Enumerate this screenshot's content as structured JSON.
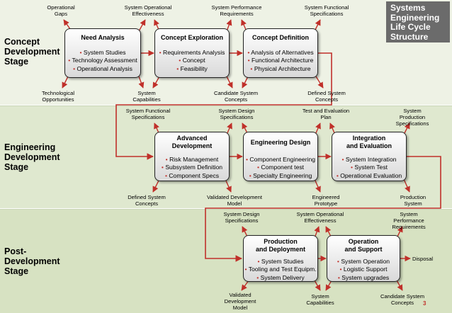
{
  "title": "Systems\nEngineering\nLife Cycle\nStructure",
  "page_number": "3",
  "stages": [
    {
      "label": "Concept\nDevelopment\nStage"
    },
    {
      "label": "Engineering\nDevelopment\nStage"
    },
    {
      "label": "Post-\nDevelopment\nStage"
    }
  ],
  "boxes": [
    {
      "title": "Need Analysis",
      "items": [
        "System Studies",
        "Technology Assessment",
        "Operational Analysis"
      ]
    },
    {
      "title": "Concept Exploration",
      "items": [
        "Requirements Analysis",
        "Concept",
        "Feasibility"
      ]
    },
    {
      "title": "Concept Definition",
      "items": [
        "Analysis of Alternatives",
        "Functional Architecture",
        "Physical Architecture"
      ]
    },
    {
      "title": "Advanced\nDevelopment",
      "items": [
        "Risk Management",
        "Subsystem Definition",
        "Component Specs"
      ]
    },
    {
      "title": "Engineering Design",
      "items": [
        "Component Engineering",
        "Component test",
        "Specialty Engineering"
      ]
    },
    {
      "title": "Integration\nand Evaluation",
      "items": [
        "System Integration",
        "System Test",
        "Operational Evaluation"
      ]
    },
    {
      "title": "Production\nand Deployment",
      "items": [
        "System Studies",
        "Tooling and Test Equipm.",
        "System Delivery"
      ]
    },
    {
      "title": "Operation\nand Support",
      "items": [
        "System Operation",
        "Logistic Support",
        "System upgrades"
      ]
    }
  ],
  "labels": [
    "Operational\nGaps",
    "System Operational\nEffectiveness",
    "System Performance\nRequirements",
    "System Functional\nSpecifications",
    "Technological\nOpportunities",
    "System\nCapabilities",
    "Candidate System\nConcepts",
    "Defined System\nConcepts",
    "System Functional\nSpecifications",
    "System Design\nSpecifications",
    "Test and Evaluation\nPlan",
    "System Production\nSpecifications",
    "Defined System\nConcepts",
    "Validated Development\nModel",
    "Engineered\nPrototype",
    "Production\nSystem",
    "System Design\nSpecifications",
    "System Operational\nEffectiveness",
    "System Performance\nRequirements",
    "Disposal",
    "Validated\nDevelopment\nModel",
    "System\nCapabilities",
    "Candidate System\nConcepts"
  ],
  "colors": {
    "arrow": "#c0302a",
    "title_bg": "#6b6b6b"
  }
}
